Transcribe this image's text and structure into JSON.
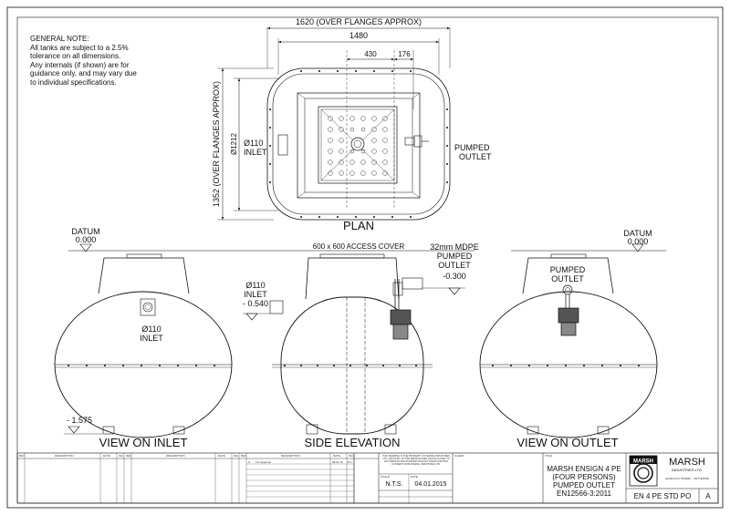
{
  "general_note": {
    "title": "GENERAL NOTE:",
    "lines": [
      "All tanks are subject to a 2.5%",
      "tolerance on all dimensions.",
      "Any internals (if shown) are for",
      "guidance only, and may vary due",
      "to individual specifications."
    ]
  },
  "plan": {
    "dim_over_flanges_width": "1620 (OVER FLANGES APPROX)",
    "dim_width": "1480",
    "dim_430": "430",
    "dim_176": "176",
    "dim_over_flanges_height": "1352 (OVER FLANGES APPROX)",
    "dim_1212": "Ø1212",
    "inlet_dia": "Ø110",
    "inlet_word": "INLET",
    "outlet_line1": "PUMPED",
    "outlet_line2": "OUTLET",
    "title": "PLAN"
  },
  "views": {
    "datum_left": "DATUM",
    "datum_left_val": "0.000",
    "datum_right": "DATUM",
    "datum_right_val": "0.000",
    "access_cover": "600 x 600 ACCESS COVER",
    "pipe_line1": "32mm MDPE",
    "pipe_line2": "PUMPED",
    "pipe_line3": "OUTLET",
    "pipe_level": "-0.300",
    "side_inlet_dia": "Ø110",
    "side_inlet_word": "INLET",
    "side_inlet_level": "- 0.540",
    "inlet_view_dia": "Ø110",
    "inlet_view_word": "INLET",
    "invert_level": "- 1.575",
    "outlet_view_line1": "PUMPED",
    "outlet_view_line2": "OUTLET",
    "view_inlet_title": "VIEW ON INLET",
    "side_title": "SIDE ELEVATION",
    "view_outlet_title": "VIEW ON OUTLET"
  },
  "title_block": {
    "rev_h1": "REV",
    "rev_h2": "DESCRIPTION",
    "rev_h3": "DATE",
    "rev_h4": "INA",
    "rev_h5": "REV",
    "rev_h6": "DESCRIPTION",
    "rev_h7": "DATE",
    "rev_h8": "INA",
    "rev_h9": "REV",
    "rev_h10": "DESCRIPTION",
    "rev_h11": "DATE",
    "rev_h12": "INA",
    "rev_row_rev": "A",
    "rev_row_desc": "For Approval",
    "rev_row_date": "09.01.15",
    "rev_row_ina": "R.L.",
    "copyright": "THIS DRAWING IS THE PROPERTY OF MARSH INDUSTRIES LTD. AND MUST NOT BE REPRODUCED OR DISCLOSED TO ANY PERSON WHATSOEVER WITHOUT PRIOR WRITTEN CONSENT FROM MARSH INDUSTRIES LTD.",
    "scale_label": "SCALE",
    "scale": "N.T.S.",
    "date_label": "DATE",
    "date": "04.01.2015",
    "client_label": "CLIENT",
    "title_label": "TITLE",
    "title_line1": "MARSH ENSIGN 4 PE",
    "title_line2": "(FOUR PERSONS)",
    "title_line3": "PUMPED OUTLET",
    "title_line4": "EN12566-3:2011",
    "logo_text": "MARSH",
    "company_name": "MARSH",
    "company_sub": "INDUSTRIES LTD.",
    "address": "HAVELOCK STREET · KETTERING",
    "dwg_no": "EN 4 PE STD PO",
    "rev_value": "A"
  }
}
